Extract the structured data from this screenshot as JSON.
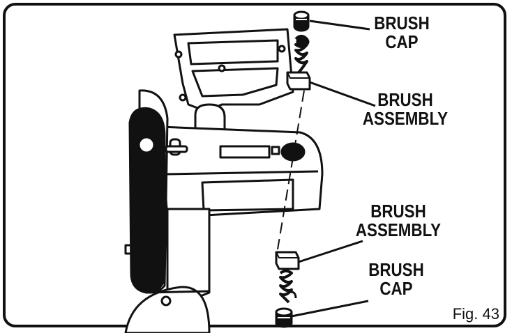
{
  "callouts": {
    "top_cap": {
      "line1": "BRUSH",
      "line2": "CAP"
    },
    "top_assembly": {
      "line1": "BRUSH",
      "line2": "ASSEMBLY"
    },
    "bottom_assembly": {
      "line1": "BRUSH",
      "line2": "ASSEMBLY"
    },
    "bottom_cap": {
      "line1": "BRUSH",
      "line2": "CAP"
    }
  },
  "figure_label": "Fig. 43"
}
